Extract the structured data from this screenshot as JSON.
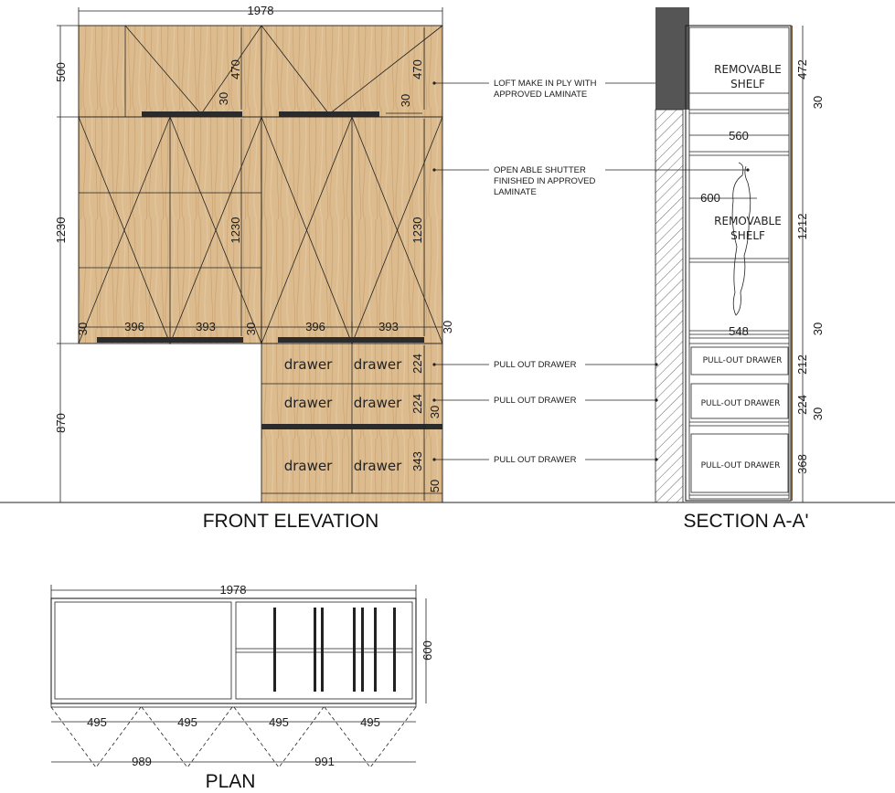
{
  "front": {
    "title": "FRONT ELEVATION",
    "dims": {
      "overall_width": "1978",
      "loft_height": "500",
      "shutter_height": "1230",
      "base_height": "870",
      "loft_inner_left": "470",
      "loft_inner_right": "470",
      "gap_left": "30",
      "gap_right": "30",
      "shutter_inner_left": "1230",
      "shutter_inner_right": "1230",
      "base_gap_1": "30",
      "base_gap_2": "30",
      "base_gap_3": "30",
      "left_w1": "396",
      "left_w2": "393",
      "right_w1": "396",
      "right_w2": "393",
      "drawer1_h": "224",
      "drawer2_h": "224",
      "drawer_gap": "30",
      "drawer3_h": "343",
      "plinth_h": "50"
    },
    "drawer_label": "drawer",
    "notes": {
      "loft": [
        "LOFT MAKE IN PLY WITH",
        "APPROVED LAMINATE"
      ],
      "shutter": [
        "OPEN ABLE SHUTTER",
        "FINISHED IN APPROVED",
        "LAMINATE"
      ],
      "drawer1": "PULL OUT DRAWER",
      "drawer2": "PULL OUT DRAWER",
      "drawer3": "PULL OUT DRAWER"
    }
  },
  "section": {
    "title": "SECTION A-A'",
    "shelf_label": [
      "REMOVABLE",
      "SHELF"
    ],
    "drawer_label": "PULL-OUT DRAWER",
    "dims": {
      "loft_h": "472",
      "gap1": "30",
      "depth_top": "560",
      "depth_mid": "600",
      "hang_h": "1212",
      "depth_bottom": "548",
      "gap2": "30",
      "d1_h": "212",
      "d2_h": "224",
      "gap3": "30",
      "d3_h": "368"
    }
  },
  "plan": {
    "title": "PLAN",
    "dims": {
      "overall_width": "1978",
      "depth": "600",
      "s1": "495",
      "s2": "495",
      "s3": "495",
      "s4": "495",
      "pair_left": "989",
      "pair_right": "991"
    }
  },
  "colors": {
    "wood": "#d9b88b",
    "wood_grain": "#c9a474",
    "handle": "#2b2b2b",
    "loft_block": "#555555",
    "line": "#222222"
  }
}
